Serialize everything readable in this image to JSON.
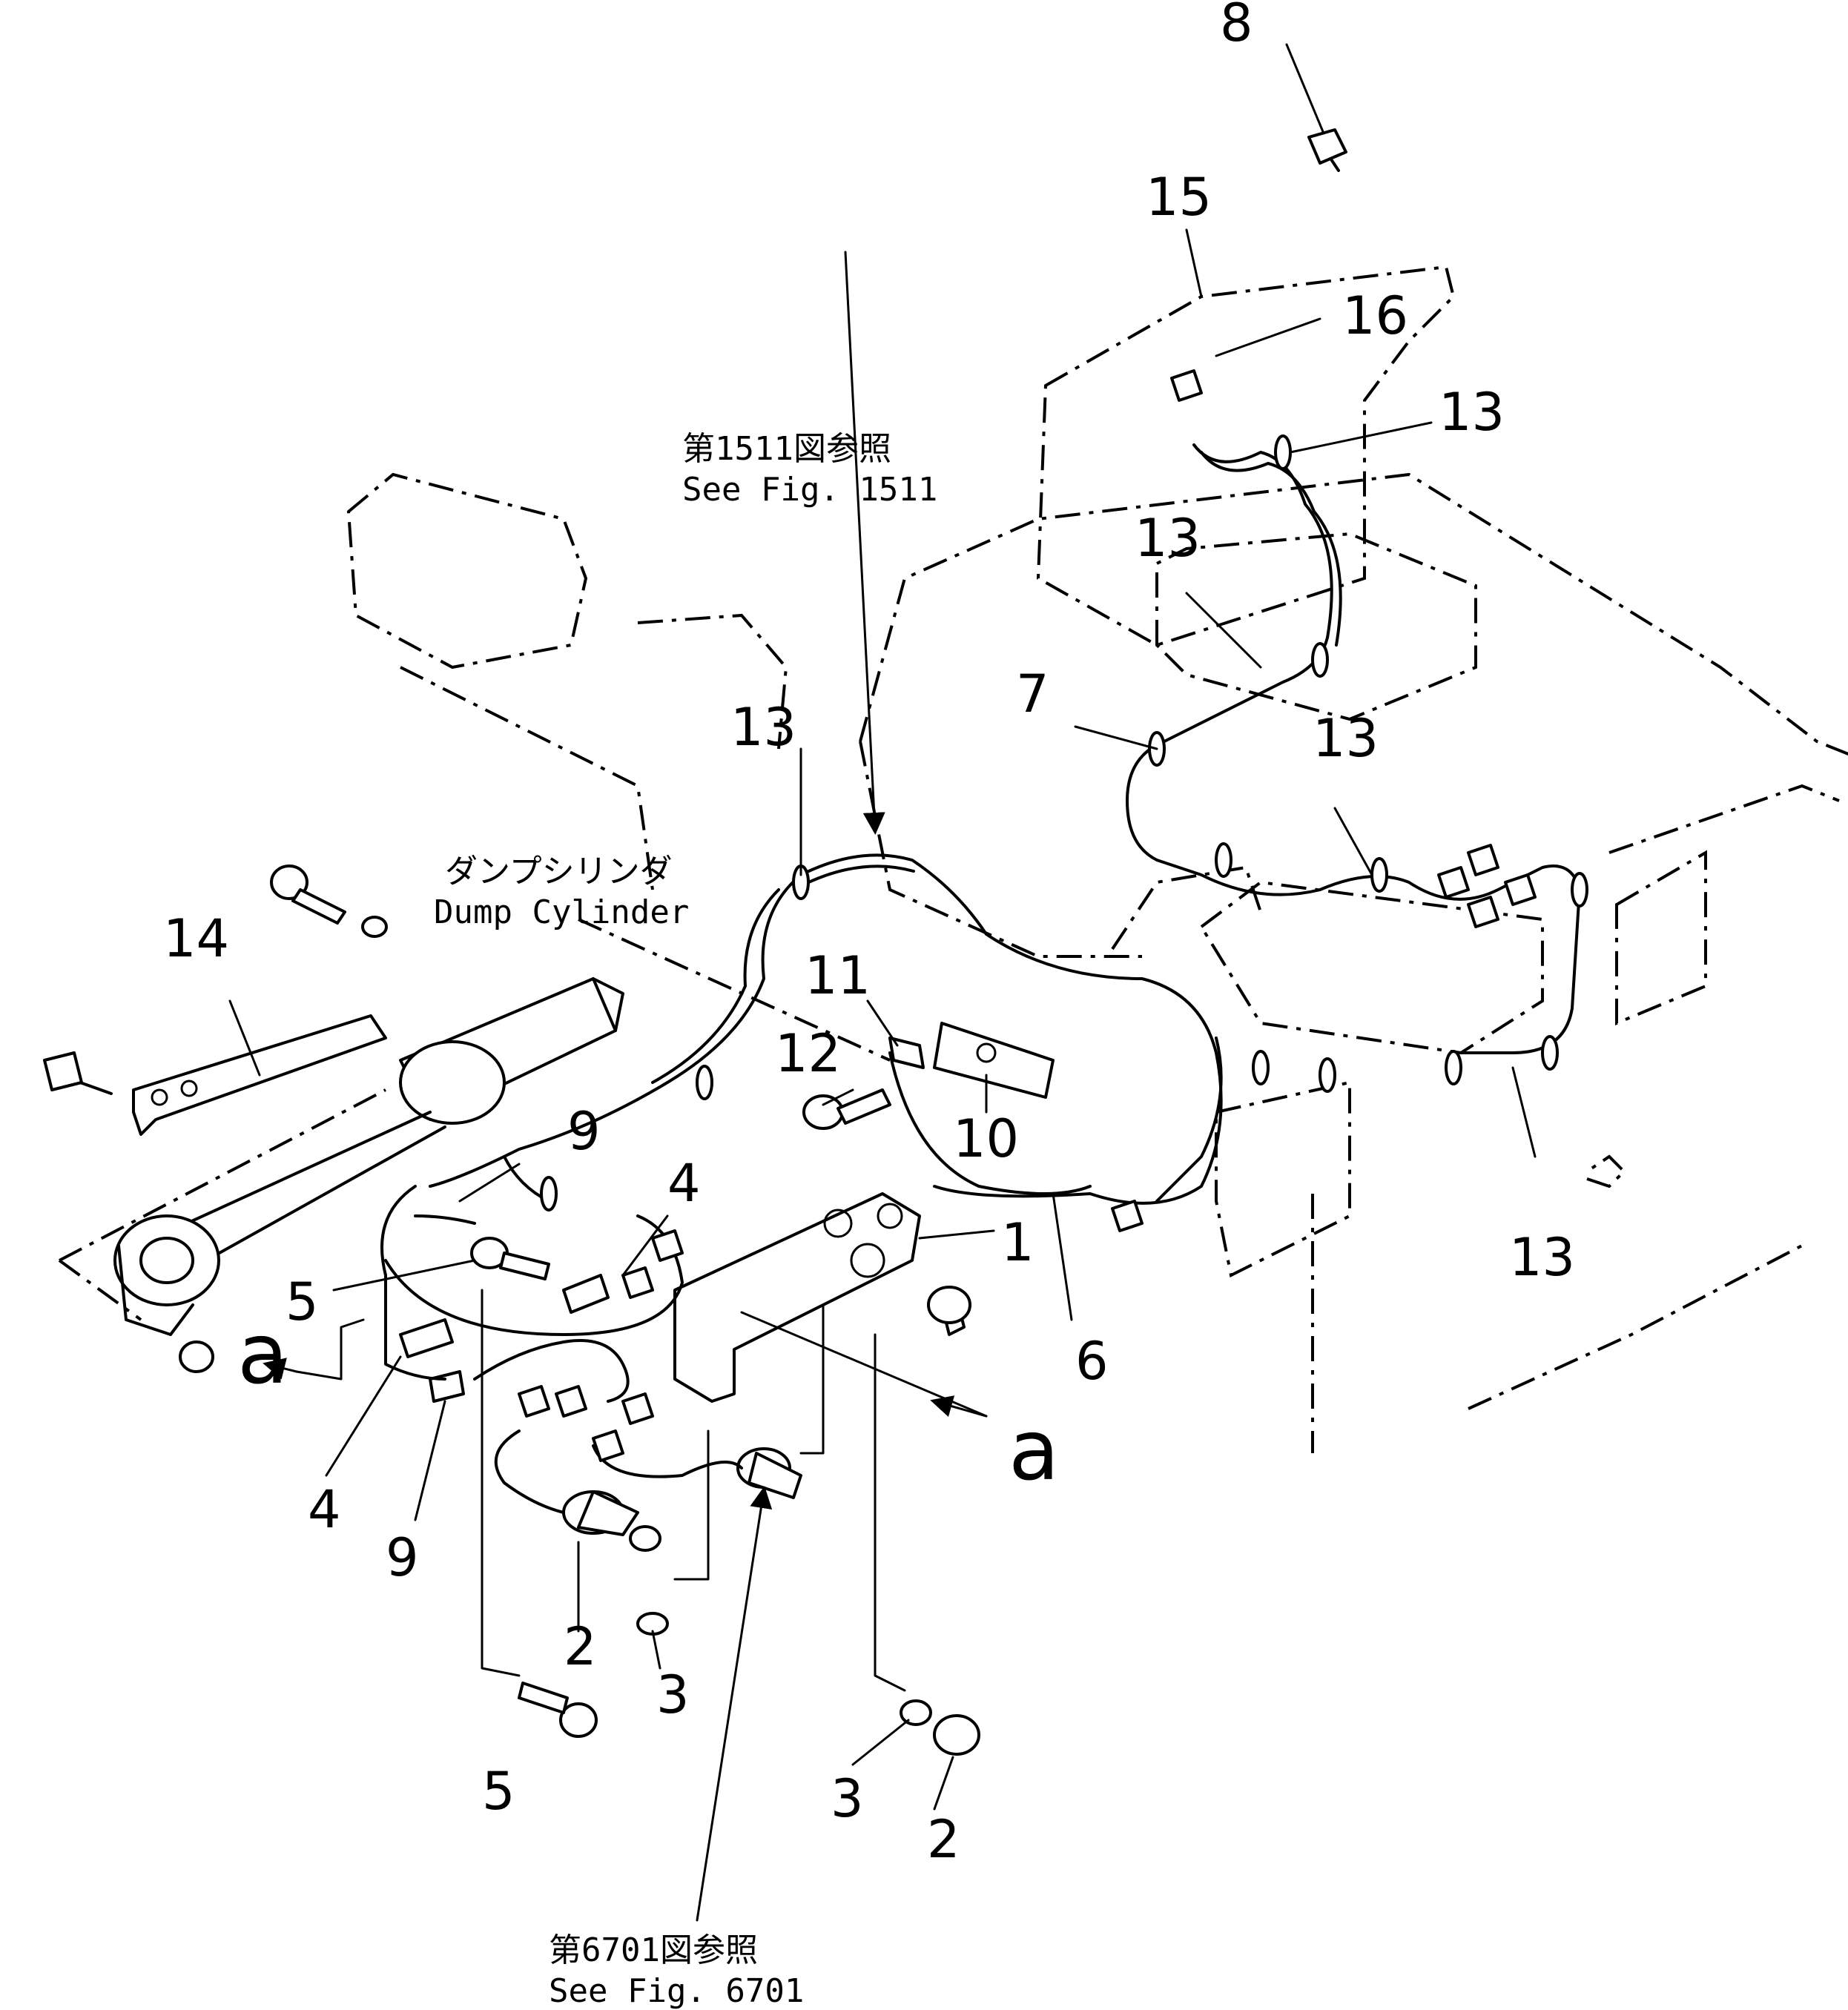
{
  "callouts": {
    "n1": "1",
    "n2a": "2",
    "n2b": "2",
    "n3a": "3",
    "n3b": "3",
    "n4a": "4",
    "n4b": "4",
    "n5a": "5",
    "n5b": "5",
    "n6": "6",
    "n7": "7",
    "n8": "8",
    "n9a": "9",
    "n9b": "9",
    "n10": "10",
    "n11": "11",
    "n12": "12",
    "n13a": "13",
    "n13b": "13",
    "n13c": "13",
    "n13d": "13",
    "n13e": "13",
    "n14": "14",
    "n15": "15",
    "n16": "16"
  },
  "view_markers": {
    "left": "a",
    "right": "a"
  },
  "notes": {
    "fig1511_jp": "第1511図参照",
    "fig1511_en": "See Fig. 1511",
    "dump_jp": "ダンプシリンダ",
    "dump_en": "Dump Cylinder",
    "fig6701_jp": "第6701図参照",
    "fig6701_en": "See Fig. 6701"
  }
}
